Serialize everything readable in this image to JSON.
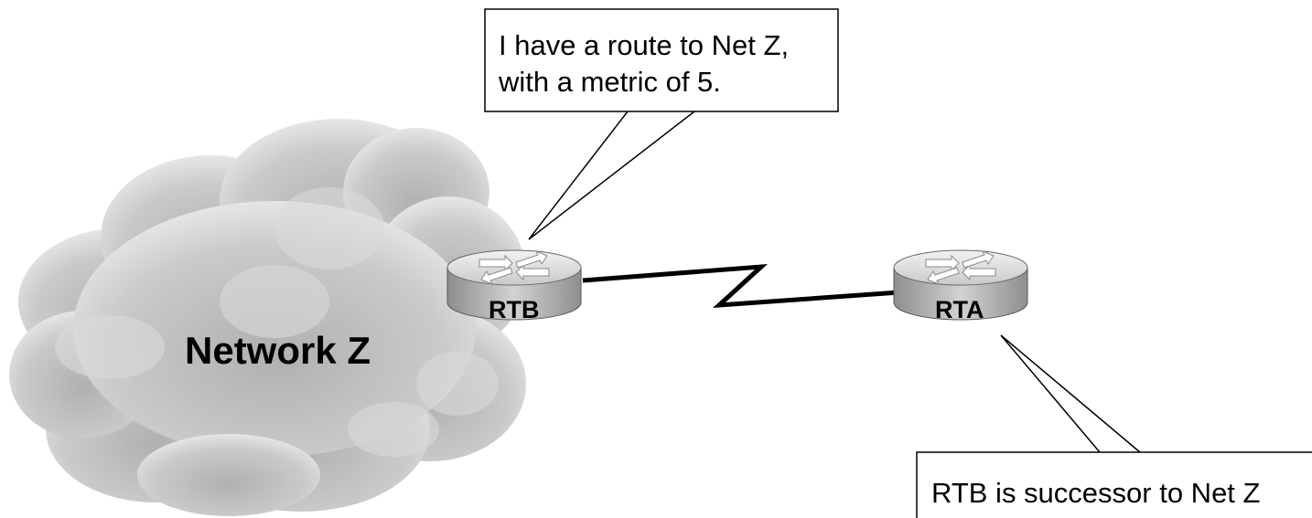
{
  "network": {
    "label": "Network Z"
  },
  "routers": {
    "rtb": {
      "label": "RTB"
    },
    "rta": {
      "label": "RTA"
    }
  },
  "callouts": {
    "top": {
      "line1": "I have a route to Net Z,",
      "line2": "with a metric of 5."
    },
    "bottom": {
      "text": "RTB is successor to Net Z"
    }
  },
  "colors": {
    "cloud_fill": "#c8c8c8",
    "cloud_highlight": "#e0e0e0",
    "router_top": "#e4e4e4",
    "router_side": "#a8a8a8",
    "link": "#000000"
  }
}
